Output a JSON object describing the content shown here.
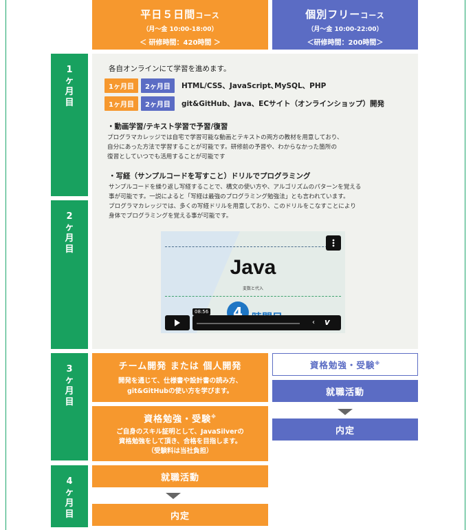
{
  "courses": {
    "weekday": {
      "title": "平日５日間",
      "suffix": "コース",
      "hours": "（月～金 10:00-18:00）",
      "total": "＜ 研修時間：420時間 ＞"
    },
    "free": {
      "title": "個別フリー",
      "suffix": "コース",
      "hours": "（月～金 10:00-22:00）",
      "total": "＜研修時間：200時間＞"
    }
  },
  "months": {
    "m1": [
      "1",
      "ヶ",
      "月",
      "目"
    ],
    "m2": [
      "2",
      "ヶ",
      "月",
      "目"
    ],
    "m3": [
      "3",
      "ヶ",
      "月",
      "目"
    ],
    "m4": [
      "4",
      "ヶ",
      "月",
      "目"
    ]
  },
  "study": {
    "intro": "各自オンラインにて学習を進めます。",
    "rows": [
      {
        "tag1": "1ヶ月目",
        "tag2": "2ヶ月目",
        "text": "HTML/CSS、JavaScript､MySQL、PHP"
      },
      {
        "tag1": "1ヶ月目",
        "tag2": "2ヶ月目",
        "text": "git&GitHub、Java、ECサイト（オンラインショップ）開発"
      }
    ],
    "section1": {
      "heading": "・動画学習/テキスト学習で予習/復習",
      "lines": [
        "プログラマカレッジでは自宅で学習可能な動画とテキストの両方の教材を用意しており、",
        "自分にあった方法で学習することが可能です。研修前の予習や、わからなかった箇所の",
        "復習としていつでも活用することが可能です"
      ]
    },
    "section2": {
      "heading": "・写経（サンプルコードを写すこと）ドリルでプログラミング",
      "lines": [
        "サンプルコードを繰り返し写経することで、構文の使い方や、アルゴリズムのパターンを覚える",
        "事が可能です。一説によると「写経は最強のプログラミング勉強法」とも言われています。",
        "プログラマカレッジでは、多くの写経ドリルを用意しており、このドリルをこなすことにより",
        "身体でプログラミングを覚える事が可能です。"
      ]
    },
    "video": {
      "title": "Java",
      "subtitle": "変数と代入",
      "lesson_number": "4",
      "lesson_label": "時間目",
      "time": "08:56",
      "progress": 0.0,
      "play_icon": "play-icon",
      "menu_icon": "more-vert-icon"
    }
  },
  "month3": {
    "team": {
      "title": "チーム開発 または 個人開発",
      "lines": [
        "開発を通じて、仕様書や設計書の読み方、",
        "git&GitHubの使い方を学びます。"
      ]
    },
    "cert": {
      "title": "資格勉強・受験",
      "mark": "※",
      "lines": [
        "ご自身のスキル証明として、JavaSilverの",
        "資格勉強をして頂き、合格を目指します。",
        "（受験料は当社負担）"
      ]
    },
    "free_cert": {
      "title": "資格勉強・受験",
      "mark": "※"
    },
    "free_job": "就職活動",
    "free_offer": "内定"
  },
  "month4": {
    "job": "就職活動",
    "offer": "内定"
  },
  "colors": {
    "orange": "#f6982e",
    "blue": "#5b6cc4",
    "green": "#18a15f",
    "content_bg": "#f1f2ee"
  }
}
